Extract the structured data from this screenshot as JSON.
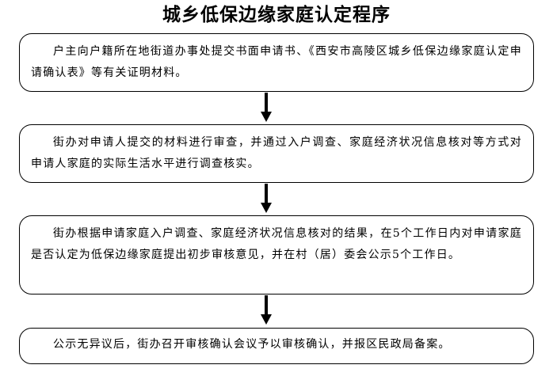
{
  "diagram": {
    "title": "城乡低保边缘家庭认定程序",
    "steps": [
      {
        "text": "户主向户籍所在地街道办事处提交书面申请书、《西安市高陵区城乡低保边缘家庭认定申请确认表》等有关证明材料。"
      },
      {
        "text": "街办对申请人提交的材料进行审查，并通过入户调查、家庭经济状况信息核对等方式对申请人家庭的实际生活水平进行调查核实。"
      },
      {
        "text": "街办根据申请家庭入户调查、家庭经济状况信息核对的结果，在5个工作日内对申请家庭是否认定为低保边缘家庭提出初步审核意见，并在村（居）委会公示5个工作日。"
      },
      {
        "text": "公示无异议后，街办召开审核确认会议予以审核确认，并报区民政局备案。"
      }
    ]
  }
}
